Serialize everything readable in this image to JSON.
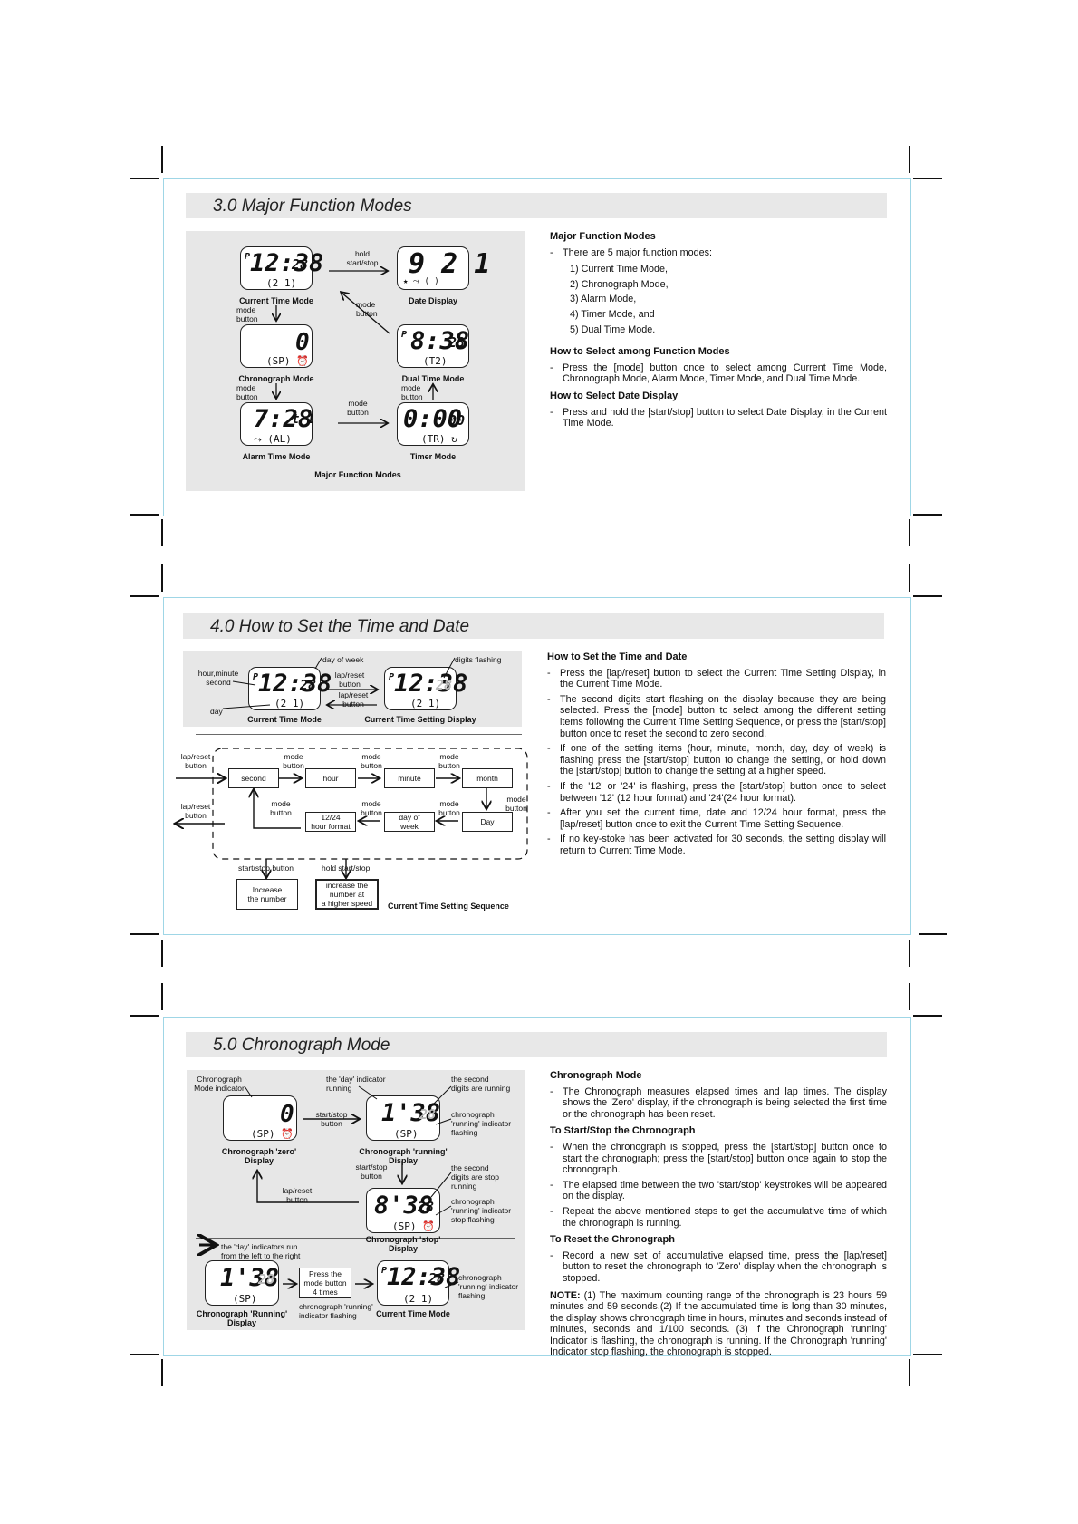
{
  "sections": {
    "s3": {
      "heading": "3.0 Major Function Modes",
      "figure": {
        "caption": "Major Function Modes",
        "screens": {
          "current": {
            "main": "12:38",
            "sec": "28",
            "sub": "(2 1)",
            "p": "P",
            "caption": "Current Time Mode"
          },
          "date": {
            "main": "9 2 1",
            "sub": "★ ⤳ (      )",
            "caption": "Date Display"
          },
          "chrono": {
            "main": "0",
            "sub": "(SP) ⏰",
            "caption": "Chronograph Mode"
          },
          "dual": {
            "main": "8:38",
            "sec": "28",
            "sub": "(T2)",
            "p": "P",
            "caption": "Dual Time Mode"
          },
          "alarm": {
            "main": "7:28",
            "sec": "t 1",
            "sub": "⤳ (AL)",
            "caption": "Alarm Time Mode"
          },
          "timer": {
            "main": "0:00",
            "sec": "00",
            "sub": "(TR)   ↻",
            "caption": "Timer Mode"
          }
        },
        "labels": {
          "hold": "hold",
          "startstop": "start/stop",
          "mode": "mode",
          "button": "button"
        }
      },
      "text": {
        "h1": "Major Function Modes",
        "intro": "There are 5 major function modes:",
        "modes": [
          "1) Current Time Mode,",
          "2) Chronograph Mode,",
          "3) Alarm Mode,",
          "4) Timer Mode, and",
          "5) Dual Time Mode."
        ],
        "h2": "How to Select among Function Modes",
        "p2": "Press the [mode] button once to select among Current Time Mode, Chronograph Mode, Alarm Mode, Timer Mode, and Dual Time Mode.",
        "h3": "How to Select Date Display",
        "p3": "Press and hold the [start/stop] button to select Date Display, in the Current Time Mode."
      }
    },
    "s4": {
      "heading": "4.0 How to Set the Time and Date",
      "figure": {
        "labels": {
          "hourminute": "hour,minute",
          "second": "second",
          "day": "day",
          "dayofweek": "day of week",
          "digitsflashing": "digits flashing",
          "lapreset": "lap/reset",
          "button": "button",
          "mode": "mode",
          "startstopbutton": "start/stop button",
          "holdstartstop": "hold start/stop"
        },
        "screen1": {
          "main": "12:38",
          "sec": "28",
          "sub": "(2 1)",
          "p": "P",
          "caption": "Current Time Mode"
        },
        "screen2": {
          "main": "12:38",
          "sec": "28",
          "sub": "(2 1)",
          "p": "P",
          "caption": "Current Time Setting Display"
        },
        "boxes": {
          "second": "second",
          "hour": "hour",
          "minute": "minute",
          "month": "month",
          "day": "Day",
          "dayofweek1": "day of",
          "dayofweek2": "week",
          "fmt1": "12/24",
          "fmt2": "hour format",
          "inc1": "Increase",
          "inc2": "the number",
          "fast1": "increase the",
          "fast2": "number at",
          "fast3": "a higher speed"
        },
        "caption": "Current Time Setting Sequence"
      },
      "text": {
        "h1": "How to Set the Time and Date",
        "items": [
          "Press the [lap/reset] button to select the Current Time Setting Display, in the Current Time Mode.",
          "The second digits start flashing on the display because they are being selected. Press the [mode] button to select among the different setting items following the Current Time Setting Sequence, or press the [start/stop] button once to reset the second to zero second.",
          "If one of the setting items (hour, minute, month, day, day of week) is flashing press the [start/stop] button to change the setting, or hold down the [start/stop] button to change the setting at a higher speed.",
          "If the '12' or '24' is flashing, press the [start/stop] button once to select between '12' (12 hour format) and '24'(24 hour format).",
          "After you set the current time, date and 12/24 hour format, press the [lap/reset] button once to exit the Current Time Setting Sequence.",
          "If no key-stoke has been activated for 30 seconds, the setting display will return to Current Time Mode."
        ]
      }
    },
    "s5": {
      "heading": "5.0 Chronograph Mode",
      "figure": {
        "labels": {
          "chronoind1": "Chronograph",
          "chronoind2": "Mode indicator",
          "dayind1": "the 'day' indicator",
          "dayind2": "running",
          "secrun1": "the second",
          "secrun2": "digits are running",
          "startstop": "start/stop",
          "button": "button",
          "crf1": "chronograph",
          "crf2": "'running' indicator",
          "crf3": "flashing",
          "lapreset": "lap/reset",
          "secstop1": "the second",
          "secstop2": "digits are stop",
          "secstop3": "running",
          "crs1": "chronograph",
          "crs2": "'running' indicator",
          "crs3": "stop flashing",
          "dayrun1": "the 'day' indicators run",
          "dayrun2": "from the left to the right",
          "press1": "Press the",
          "press2": "mode button",
          "press3": "4 times",
          "chrflash1": "chronograph 'running'",
          "chrflash2": "indicator flashing"
        },
        "screens": {
          "zero": {
            "main": "0",
            "sub": "(SP) ⏰",
            "cap1": "Chronograph 'zero'",
            "cap2": "Display"
          },
          "running": {
            "main": "1'38",
            "sec": "28",
            "sub": "(SP)",
            "cap1": "Chronograph 'running'",
            "cap2": "Display"
          },
          "stop": {
            "main": "8'38",
            "sec": "28",
            "sub": "(SP) ⏰",
            "cap1": "Chronograph 'stop'",
            "cap2": "Display"
          },
          "running2": {
            "main": "1'38",
            "sec": "28",
            "sub": "(SP)",
            "cap1": "Chronograph 'Running'",
            "cap2": "Display"
          },
          "current": {
            "main": "12:38",
            "sec": "28",
            "sub": "(2 1)",
            "p": "P",
            "cap1": "Current Time Mode"
          }
        }
      },
      "text": {
        "h1": "Chronograph Mode",
        "p1": "The Chronograph measures elapsed times and lap times. The display shows the 'Zero' display, if the chronograph is being selected the first time or the chronograph has been reset.",
        "h2": "To Start/Stop the Chronograph",
        "items2": [
          "When the chronograph is stopped, press the [start/stop] button once to start the chronograph; press the [start/stop] button once again to stop the chronograph.",
          "The elapsed time between the two 'start/stop' keystrokes will be appeared on the display.",
          "Repeat the above mentioned steps to get the accumulative time of which the chronograph is running."
        ],
        "h3": "To Reset the Chronograph",
        "p3": "Record a new set of accumulative elapsed time, press the [lap/reset] button to reset the chronograph to 'Zero' display when the chronograph is stopped.",
        "note_label": "NOTE:",
        "note": " (1) The maximum counting range of the chronograph is 23 hours 59 minutes and 59 seconds.(2) If the accumulated time is long than 30 minutes, the display shows chronograph time in hours, minutes and seconds instead of minutes, seconds and 1/100 seconds. (3) If the Chronograph 'running' Indicator is flashing, the chronograph is running. If the Chronograph 'running' Indicator stop flashing, the chronograph is stopped."
      }
    }
  }
}
